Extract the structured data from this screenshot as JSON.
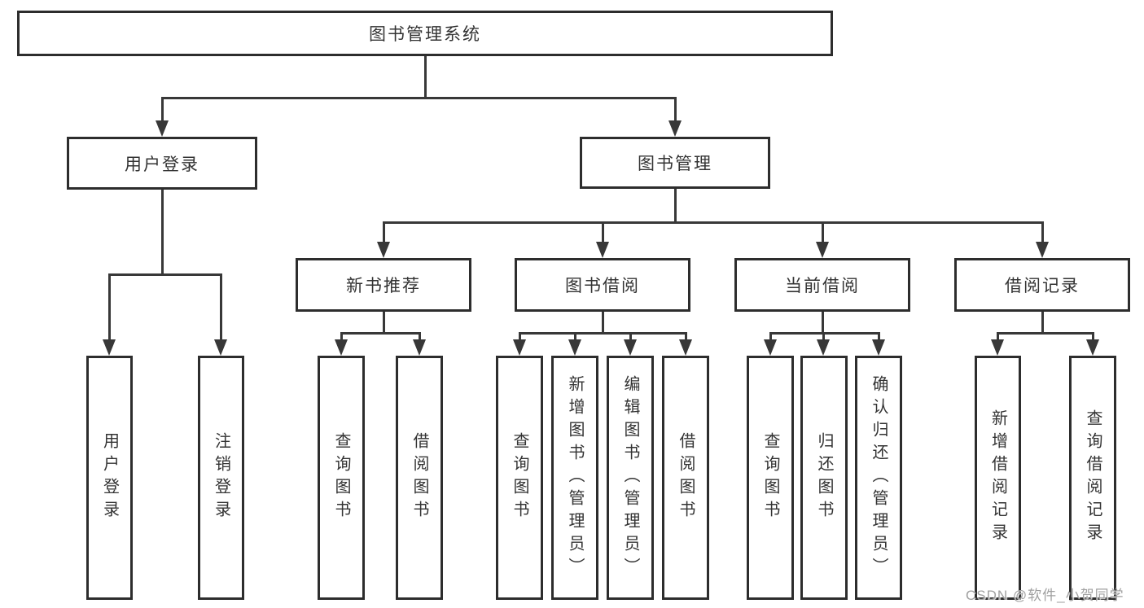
{
  "diagram": {
    "root": {
      "label": "图书管理系统"
    },
    "level2": [
      {
        "label": "用户登录"
      },
      {
        "label": "图书管理"
      }
    ],
    "level3": [
      {
        "label": "新书推荐"
      },
      {
        "label": "图书借阅"
      },
      {
        "label": "当前借阅"
      },
      {
        "label": "借阅记录"
      }
    ],
    "leaves": [
      {
        "label": "用户登录"
      },
      {
        "label": "注销登录"
      },
      {
        "label": "查询图书"
      },
      {
        "label": "借阅图书"
      },
      {
        "label": "查询图书"
      },
      {
        "label": "新增图书（管理员）"
      },
      {
        "label": "编辑图书（管理员）"
      },
      {
        "label": "借阅图书"
      },
      {
        "label": "查询图书"
      },
      {
        "label": "归还图书"
      },
      {
        "label": "确认归还（管理员）"
      },
      {
        "label": "新增借阅记录"
      },
      {
        "label": "查询借阅记录"
      }
    ]
  },
  "watermark": {
    "text": "CSDN @软件_小贺同学"
  },
  "colors": {
    "background": "#ffffff",
    "box_border": "#2d2d2d",
    "connector_line": "#383838",
    "text": "#333333",
    "watermark_text": "#a0a0a0"
  }
}
